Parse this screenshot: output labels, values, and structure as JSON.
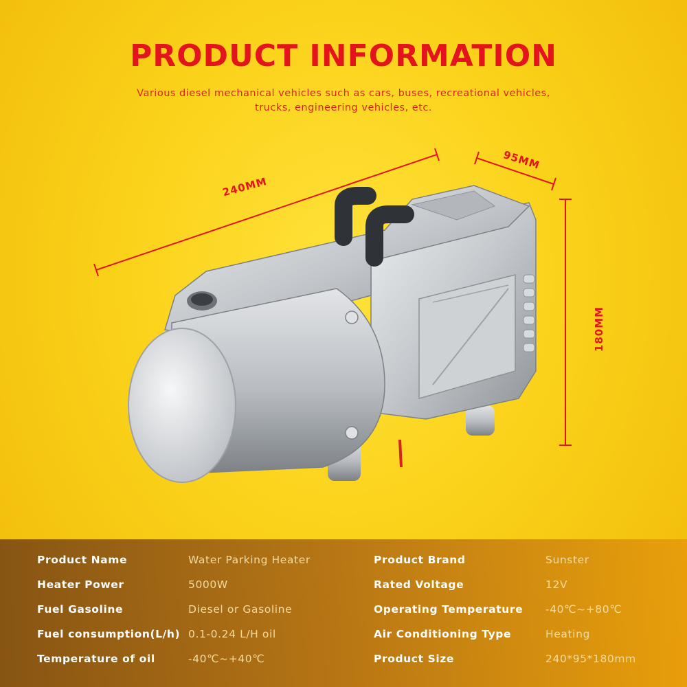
{
  "header": {
    "title": "PRODUCT INFORMATION",
    "subtitle_line1": "Various diesel mechanical vehicles such as cars, buses, recreational vehicles,",
    "subtitle_line2": "trucks, engineering vehicles, etc."
  },
  "dimensions": {
    "length": "240MM",
    "width": "95MM",
    "height": "180MM"
  },
  "specs": {
    "left": [
      {
        "label": "Product Name",
        "value": "Water Parking Heater"
      },
      {
        "label": "Heater Power",
        "value": "5000W"
      },
      {
        "label": "Fuel Gasoline",
        "value": "Diesel or Gasoline"
      },
      {
        "label": "Fuel consumption(L/h)",
        "value": "0.1-0.24 L/H oil"
      },
      {
        "label": "Temperature of oil",
        "value": "-40℃~+40℃"
      }
    ],
    "right": [
      {
        "label": "Product Brand",
        "value": "Sunster"
      },
      {
        "label": "Rated Voltage",
        "value": "12V"
      },
      {
        "label": "Operating Temperature",
        "value": "-40℃~+80℃"
      },
      {
        "label": "Air Conditioning Type",
        "value": "Heating"
      },
      {
        "label": "Product Size",
        "value": "240*95*180mm"
      }
    ]
  },
  "colors": {
    "accent_red": "#e3141b",
    "background_yellow": "#fbd21a",
    "product_silver": "#c9ccd0"
  }
}
